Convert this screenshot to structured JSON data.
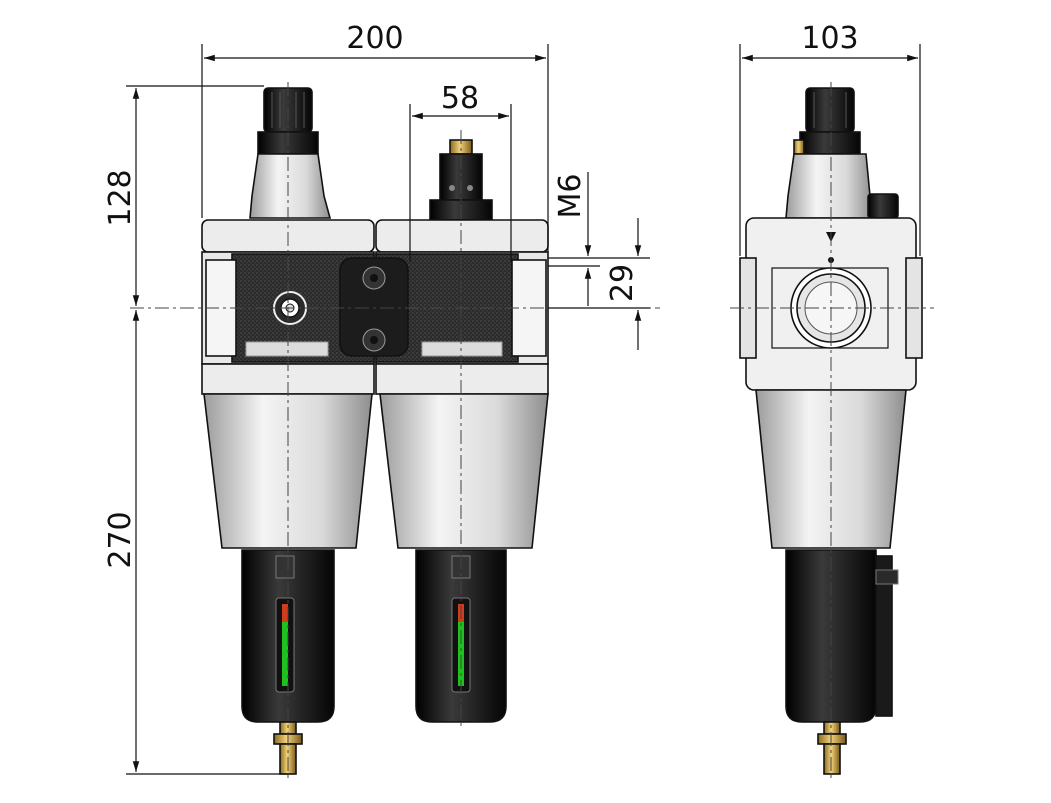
{
  "dimensions": {
    "overall_width": "200",
    "side_width": "103",
    "port_spacing": "58",
    "mount_thread": "M6",
    "upper_height": "128",
    "lower_height": "270",
    "mount_offset": "29"
  },
  "colors": {
    "outline": "#111111",
    "bowl_silver": "#d9d9d9",
    "knob_black": "#1a1a1a",
    "panel_dark": "#2a2a2a",
    "brass": "#c9a24a",
    "gauge_green": "#1ec21e",
    "gauge_red": "#d23c1e"
  },
  "views": [
    "front-view",
    "side-view"
  ]
}
